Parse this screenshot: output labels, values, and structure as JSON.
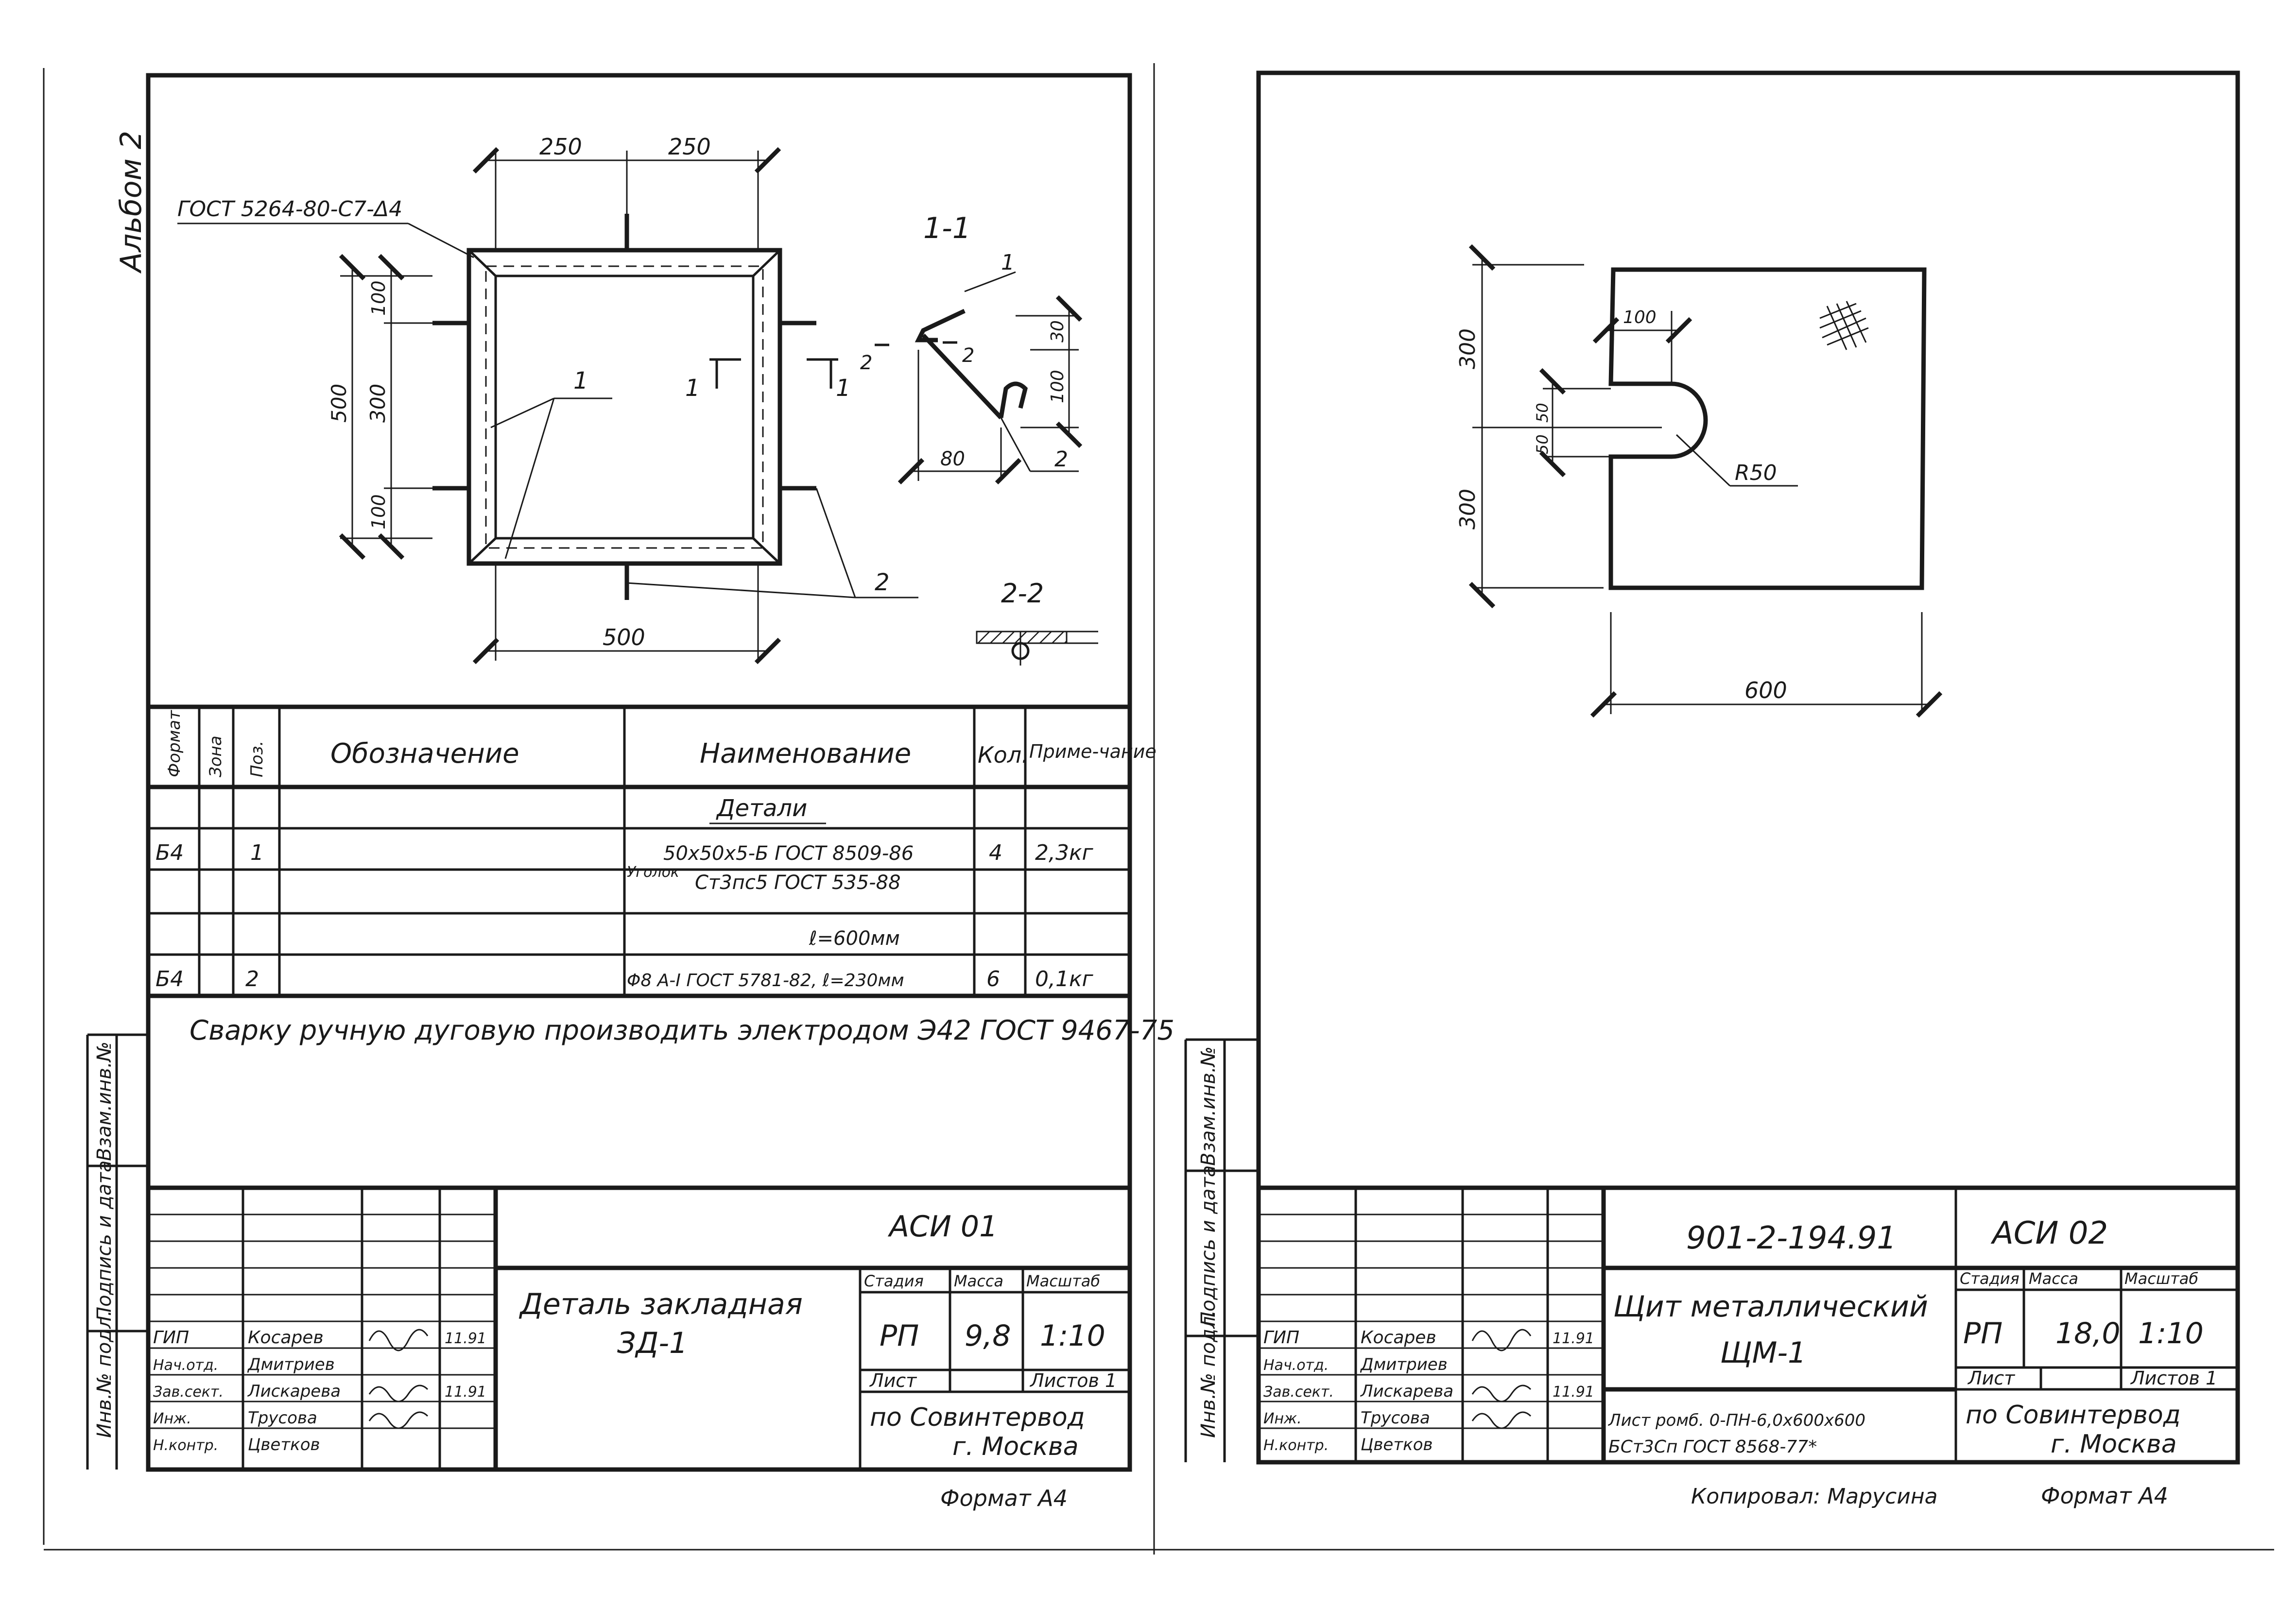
{
  "sheet1": {
    "album": "Альбом 2",
    "weld_note": "ГОСТ 5264-80-С7-Δ4",
    "section_11": "1-1",
    "section_22": "2-2",
    "cut_mark": "1",
    "cut_mark2": "2",
    "dims": {
      "top_left": "250",
      "top_right": "250",
      "bottom": "500",
      "left_total": "500",
      "left_top": "100",
      "left_mid": "300",
      "left_bottom": "100",
      "sec_30": "30",
      "sec_100": "100",
      "sec_80": "80"
    },
    "callouts": {
      "one": "1",
      "two": "2"
    },
    "spec": {
      "headers": {
        "format": "Формат",
        "zone": "Зона",
        "pos": "Поз.",
        "designation": "Обозначение",
        "name": "Наименование",
        "qty": "Кол.",
        "note": "Приме-чание"
      },
      "group": "Детали",
      "rows": [
        {
          "format": "Б4",
          "pos": "1",
          "prefix": "Уголок",
          "name": "50х50х5-Б ГОСТ 8509-86",
          "qty": "4",
          "note": "2,3кг"
        },
        {
          "name": "Ст3пс5 ГОСТ 535-88"
        },
        {
          "name": "ℓ=600мм"
        },
        {
          "format": "Б4",
          "pos": "2",
          "name": "Φ8 А-I ГОСТ 5781-82, ℓ=230мм",
          "qty": "6",
          "note": "0,1кг"
        }
      ]
    },
    "weld_text": "Сварку ручную дуговую производить электродом Э42 ГОСТ 9467-75",
    "side_labels": {
      "inv": "Инв.№ подл.",
      "sign": "Подпись и дата",
      "vzam": "Взам.инв.№"
    },
    "stamp": {
      "code": "АСИ 01",
      "title_l1": "Деталь закладная",
      "title_l2": "ЗД-1",
      "h_stage": "Стадия",
      "h_mass": "Масса",
      "h_scale": "Масштаб",
      "stage": "РП",
      "mass": "9,8",
      "scale": "1:10",
      "sheet": "Лист",
      "sheets": "Листов 1",
      "org_l1": "по Совинтервод",
      "org_l2": "г. Москва",
      "date": "11.91",
      "people": [
        {
          "role": "ГИП",
          "name": "Косарев"
        },
        {
          "role": "Нач.отд.",
          "name": "Дмитриев"
        },
        {
          "role": "Зав.сект.",
          "name": "Лискарева"
        },
        {
          "role": "Инж.",
          "name": "Трусова"
        },
        {
          "role": "Н.контр.",
          "name": "Цветков"
        }
      ],
      "format": "Формат А4"
    }
  },
  "sheet2": {
    "dims": {
      "d300a": "300",
      "d300b": "300",
      "d100": "100",
      "d50a": "50",
      "d50b": "50",
      "r50": "R50",
      "d600": "600"
    },
    "side_labels": {
      "inv": "Инв.№ подл.",
      "sign": "Подпись и дата",
      "vzam": "Взам.инв.№"
    },
    "stamp": {
      "doc": "901-2-194.91",
      "code": "АСИ 02",
      "title_l1": "Щит металлический",
      "title_l2": "ЩМ-1",
      "h_stage": "Стадия",
      "h_mass": "Масса",
      "h_scale": "Масштаб",
      "stage": "РП",
      "mass": "18,0",
      "scale": "1:10",
      "sheet": "Лист",
      "sheets": "Листов 1",
      "org_l1": "по Совинтервод",
      "org_l2": "г. Москва",
      "material_l1": "Лист ромб. 0-ПН-6,0х600х600",
      "material_l2": "БСт3Сп ГОСТ 8568-77*",
      "date": "11.91",
      "people": [
        {
          "role": "ГИП",
          "name": "Косарев"
        },
        {
          "role": "Нач.отд.",
          "name": "Дмитриев"
        },
        {
          "role": "Зав.сект.",
          "name": "Лискарева"
        },
        {
          "role": "Инж.",
          "name": "Трусова"
        },
        {
          "role": "Н.контр.",
          "name": "Цветков"
        }
      ],
      "copied": "Копировал: Марусина",
      "format": "Формат А4"
    }
  }
}
